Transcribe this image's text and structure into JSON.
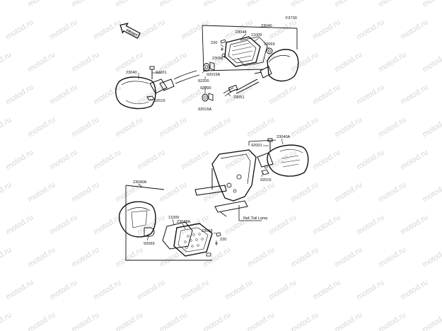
{
  "watermark": "motod.ru",
  "figure_code": "F3730",
  "front_badge": "FRONT",
  "callouts": {
    "c23040_top": "23040",
    "c23048_top": "23048",
    "c11009_top": "11009",
    "c220_top": "220",
    "c92069_top": "92069",
    "c23058_top": "23058",
    "c23040_left": "23040",
    "c92001_top": "92001",
    "c92015A_top": "92015A",
    "c92200_a": "92200",
    "c92200_b": "92200",
    "c92015_left": "92015",
    "c92015A_bot": "92015A",
    "c23051": "23051",
    "c92001_mid": "92001",
    "c23040A_right": "23040A",
    "c92015_mid": "92015",
    "c23040A_low": "23040A",
    "c11009_low": "11009",
    "c23048A": "23048A",
    "c92069_low": "92069",
    "c23058_low": "23058",
    "c220_low": "220",
    "ref_tail_lamp": "Ref. Tail Lamp"
  }
}
